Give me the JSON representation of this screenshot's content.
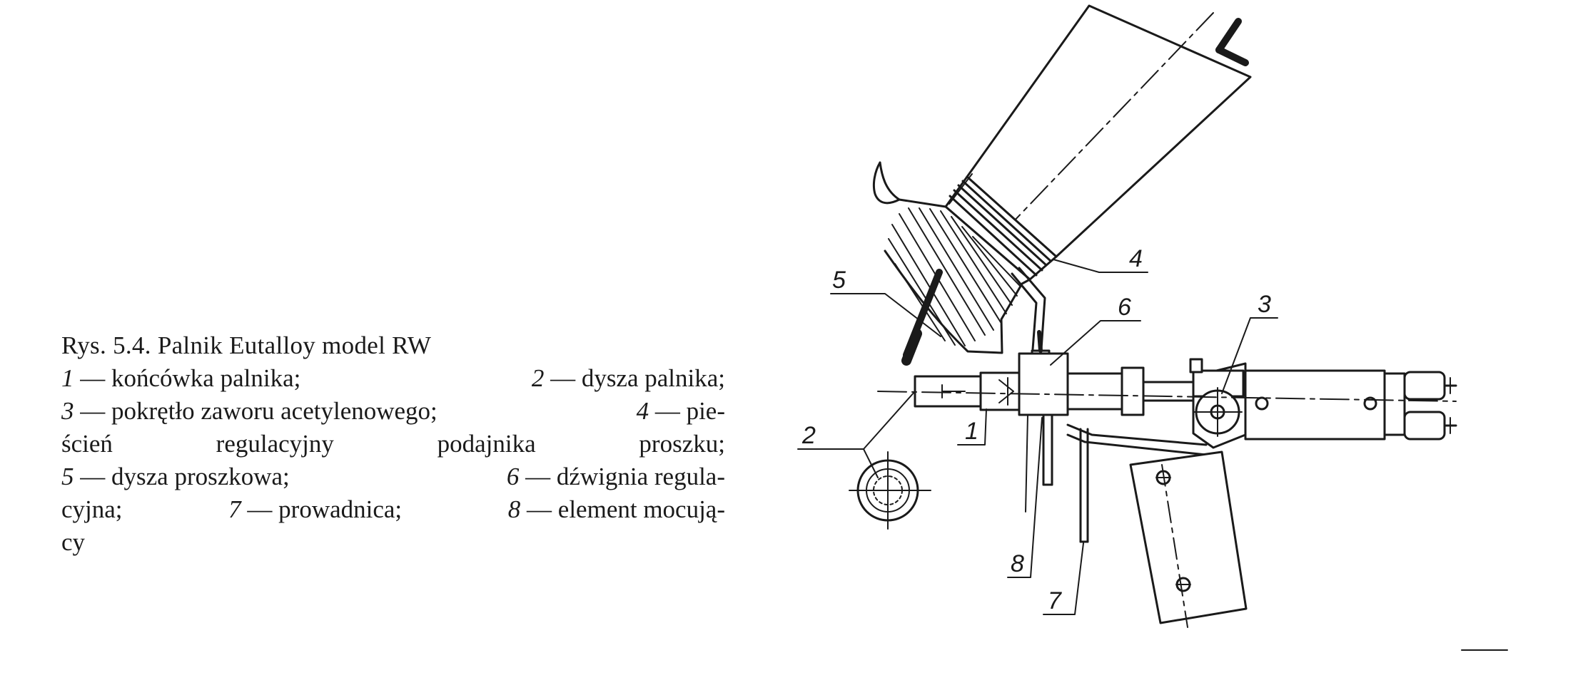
{
  "caption": {
    "title": "Rys. 5.4. Palnik Eutalloy model RW",
    "lines": [
      [
        {
          "n": "1",
          "t": " — końcówka palnika;"
        },
        {
          "n": "2",
          "t": " — dysza palnika;"
        }
      ],
      [
        {
          "n": "3",
          "t": " — pokrętło zaworu acetylenowego;"
        },
        {
          "n": "4",
          "t": " — pie-"
        }
      ],
      [
        {
          "n": "",
          "t": "ścień"
        },
        {
          "n": "",
          "t": "regulacyjny"
        },
        {
          "n": "",
          "t": "podajnika"
        },
        {
          "n": "",
          "t": "proszku;"
        }
      ],
      [
        {
          "n": "5",
          "t": " — dysza proszkowa;"
        },
        {
          "n": "6",
          "t": " — dźwignia regula-"
        }
      ],
      [
        {
          "n": "",
          "t": "cyjna; "
        },
        {
          "n": "7",
          "t": " — prowadnica;"
        },
        {
          "n": "8",
          "t": " — element mocują-"
        }
      ],
      [
        {
          "n": "",
          "t": "cy"
        }
      ]
    ]
  },
  "figure": {
    "labels": {
      "l1": "1",
      "l2": "2",
      "l3": "3",
      "l4": "4",
      "l5": "5",
      "l6": "6",
      "l7": "7",
      "l8": "8"
    }
  }
}
